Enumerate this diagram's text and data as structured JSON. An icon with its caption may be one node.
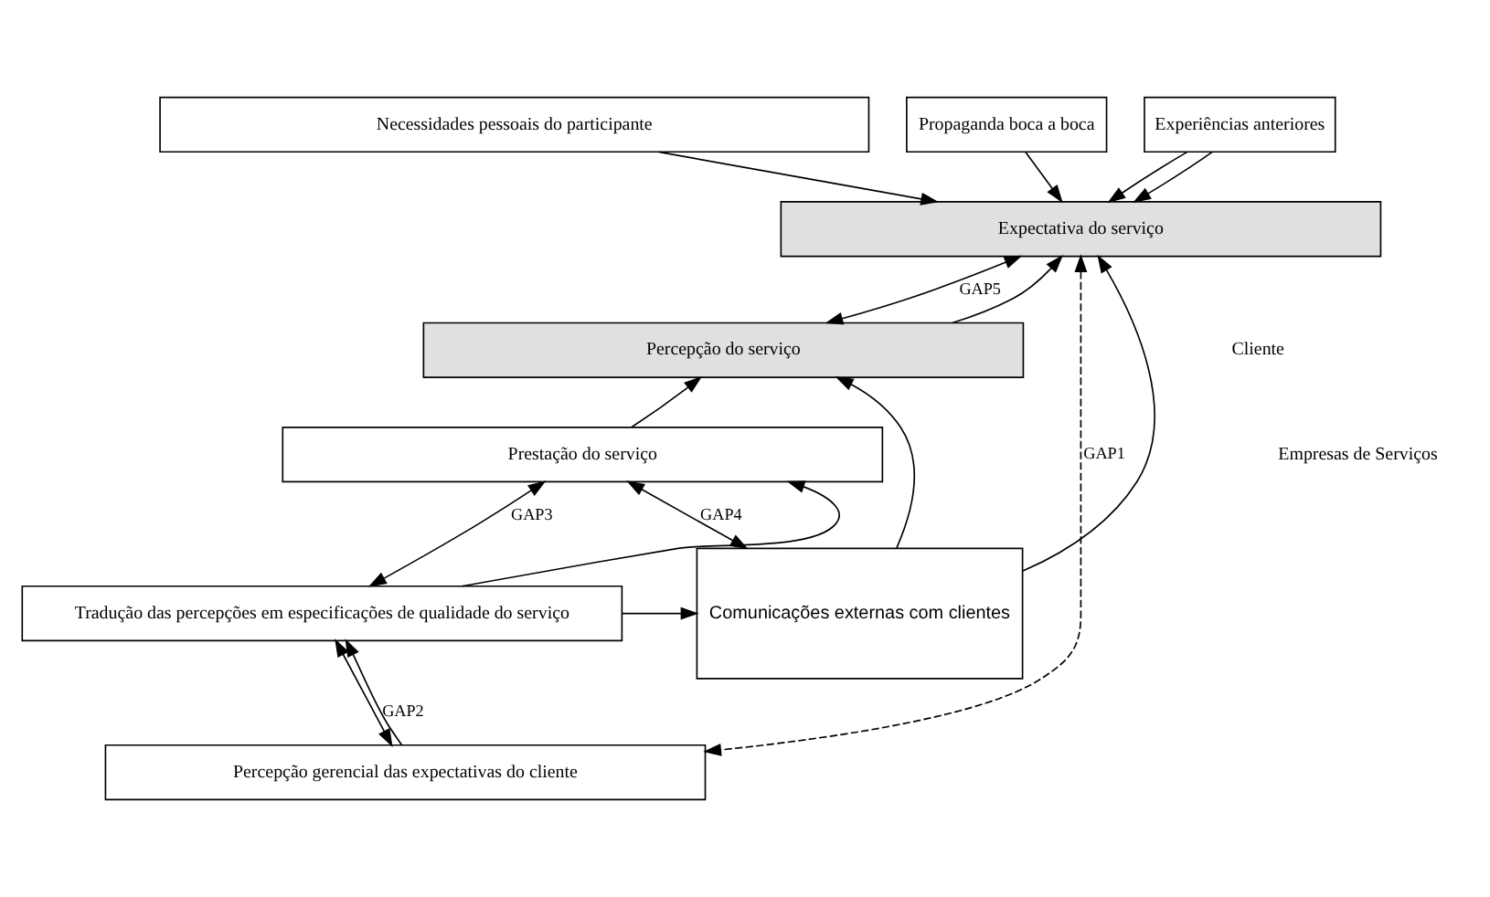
{
  "diagram": {
    "nodes": [
      {
        "text": [
          "Necessidades pessoais do participante"
        ]
      },
      {
        "text": [
          "Propaganda boca a boca"
        ]
      },
      {
        "text": [
          "Experiências anteriores"
        ]
      },
      {
        "text": [
          "Expectativa do serviço"
        ]
      },
      {
        "text": [
          "Percepção do serviço"
        ]
      },
      {
        "text": [
          "Prestação do serviço"
        ]
      },
      {
        "text": [
          "Tradução das percepções em especificações de qualidade do serviço"
        ]
      },
      {
        "text": [
          "Percepção gerencial das expectativas do cliente"
        ]
      },
      {
        "text": [
          "Comunicações externas com clientes"
        ]
      }
    ],
    "edges": [
      {
        "from": 0,
        "to": 3,
        "arrow": "to"
      },
      {
        "from": 1,
        "to": 3,
        "arrow": "to"
      },
      {
        "from": 2,
        "to": 3,
        "arrow": "to"
      },
      {
        "from": 2,
        "to": 3,
        "arrow": "to"
      },
      {
        "from": 3,
        "to": 4,
        "arrow": "both",
        "label": "GAP5"
      },
      {
        "from": 4,
        "to": 3,
        "arrow": "to"
      },
      {
        "from": 5,
        "to": 4,
        "arrow": "to"
      },
      {
        "from": 5,
        "to": 6,
        "arrow": "both",
        "label": "GAP3"
      },
      {
        "from": 6,
        "to": 5,
        "arrow": "to"
      },
      {
        "from": 6,
        "to": 7,
        "arrow": "both",
        "label": "GAP2"
      },
      {
        "from": 7,
        "to": 6,
        "arrow": "to"
      },
      {
        "from": 6,
        "to": 8,
        "arrow": "to"
      },
      {
        "from": 5,
        "to": 8,
        "arrow": "both",
        "label": "GAP4"
      },
      {
        "from": 8,
        "to": 3,
        "arrow": "to"
      },
      {
        "from": 8,
        "to": 4,
        "arrow": "to"
      },
      {
        "from": 3,
        "to": 7,
        "arrow": "both",
        "label": "GAP1",
        "style": "dashed"
      }
    ],
    "labels": [
      "Cliente",
      "Empresas de Serviços"
    ]
  }
}
